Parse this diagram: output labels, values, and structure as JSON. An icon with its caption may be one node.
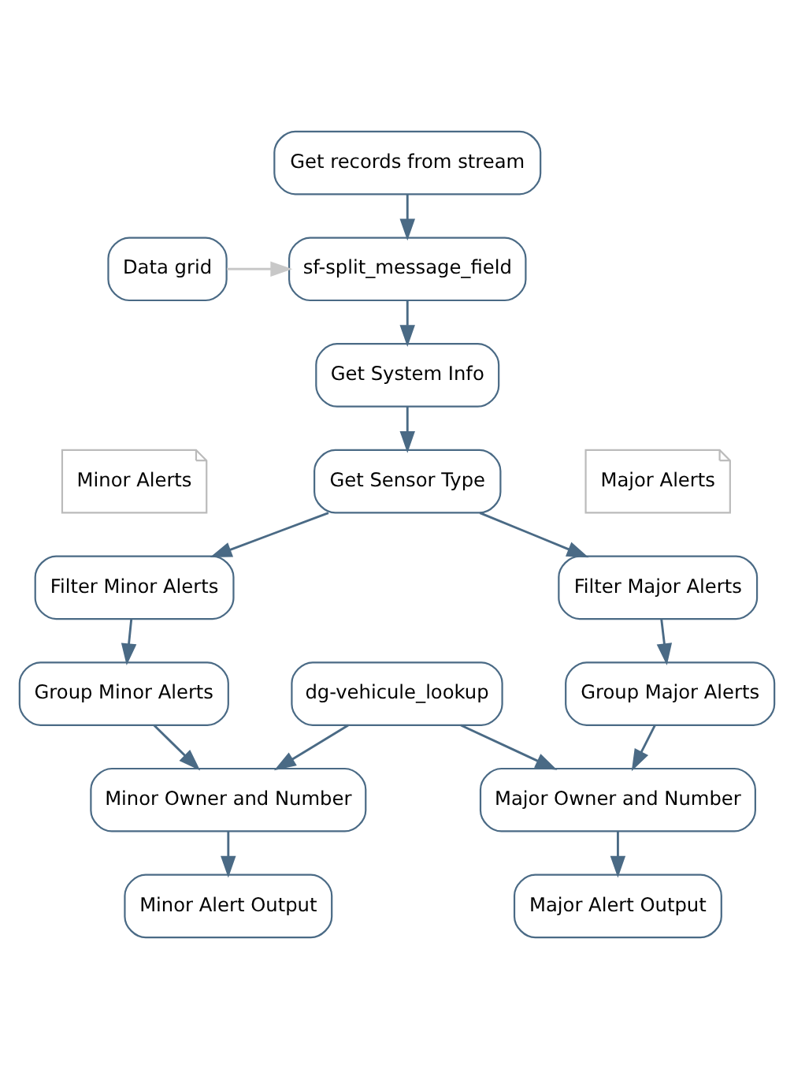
{
  "diagram": {
    "nodes": [
      {
        "text": [
          "Get records from stream"
        ]
      },
      {
        "text": [
          "sf-split_message_field"
        ]
      },
      {
        "text": [
          "Data grid"
        ]
      },
      {
        "text": [
          "Get System Info"
        ]
      },
      {
        "text": [
          "Get Sensor Type"
        ]
      },
      {
        "text": [
          "Minor Alerts"
        ]
      },
      {
        "text": [
          "Major Alerts"
        ]
      },
      {
        "text": [
          "Filter Minor Alerts"
        ]
      },
      {
        "text": [
          "Filter Major Alerts"
        ]
      },
      {
        "text": [
          "Group Minor Alerts"
        ]
      },
      {
        "text": [
          "Group Major Alerts"
        ]
      },
      {
        "text": [
          "dg-vehicule_lookup"
        ]
      },
      {
        "text": [
          "Minor Owner and Number"
        ]
      },
      {
        "text": [
          "Major Owner and Number"
        ]
      },
      {
        "text": [
          "Minor Alert Output"
        ]
      },
      {
        "text": [
          "Major Alert Output"
        ]
      }
    ],
    "edges": [
      {
        "from": 0,
        "to": 1,
        "arrow": "to"
      },
      {
        "from": 2,
        "to": 1,
        "arrow": "to",
        "color": "#c8c8c8"
      },
      {
        "from": 1,
        "to": 3,
        "arrow": "to"
      },
      {
        "from": 3,
        "to": 4,
        "arrow": "to"
      },
      {
        "from": 4,
        "to": 7,
        "arrow": "to"
      },
      {
        "from": 4,
        "to": 8,
        "arrow": "to"
      },
      {
        "from": 7,
        "to": 9,
        "arrow": "to"
      },
      {
        "from": 8,
        "to": 10,
        "arrow": "to"
      },
      {
        "from": 9,
        "to": 12,
        "arrow": "to"
      },
      {
        "from": 10,
        "to": 13,
        "arrow": "to"
      },
      {
        "from": 11,
        "to": 12,
        "arrow": "to"
      },
      {
        "from": 11,
        "to": 13,
        "arrow": "to"
      },
      {
        "from": 12,
        "to": 14,
        "arrow": "to"
      },
      {
        "from": 13,
        "to": 15,
        "arrow": "to"
      }
    ]
  }
}
